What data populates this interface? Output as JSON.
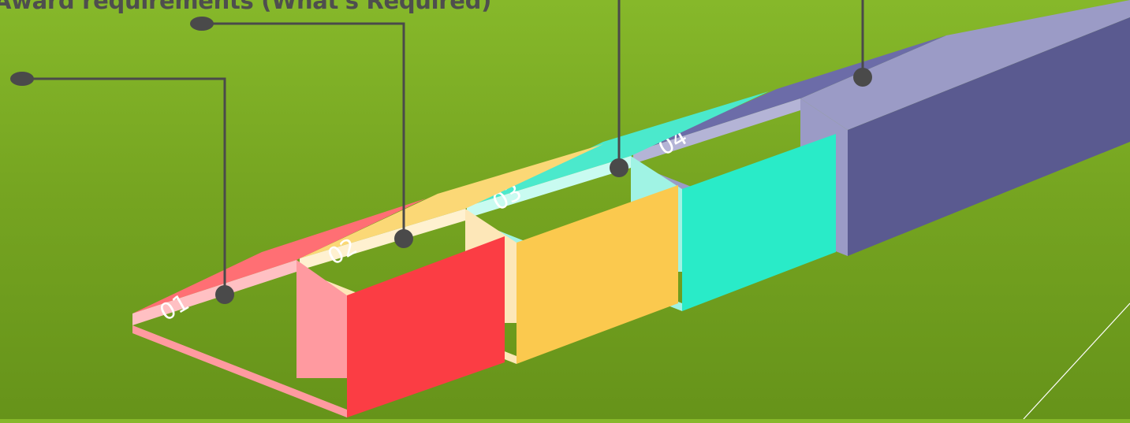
{
  "heading": "Award requirements (What's Required)",
  "steps": [
    {
      "label": "01",
      "colors": {
        "top": "#ff6f74",
        "front": "#fb3d44",
        "side": "#ff9aa0",
        "rim": "#ffc0c3"
      }
    },
    {
      "label": "02",
      "colors": {
        "top": "#fbd876",
        "front": "#fbc94e",
        "side": "#fde7b8",
        "rim": "#fff1d0"
      }
    },
    {
      "label": "03",
      "colors": {
        "top": "#4be9cc",
        "front": "#29ebc8",
        "side": "#a0f3e4",
        "rim": "#c9fbf1"
      }
    },
    {
      "label": "04",
      "colors": {
        "top": "#6c6ca8",
        "front": "#5a5a90",
        "side": "#9b9bc6",
        "rim": "#b4b4d6"
      }
    }
  ],
  "connector_color": "#4a4a4a",
  "accent_line_color": "#ffffff"
}
